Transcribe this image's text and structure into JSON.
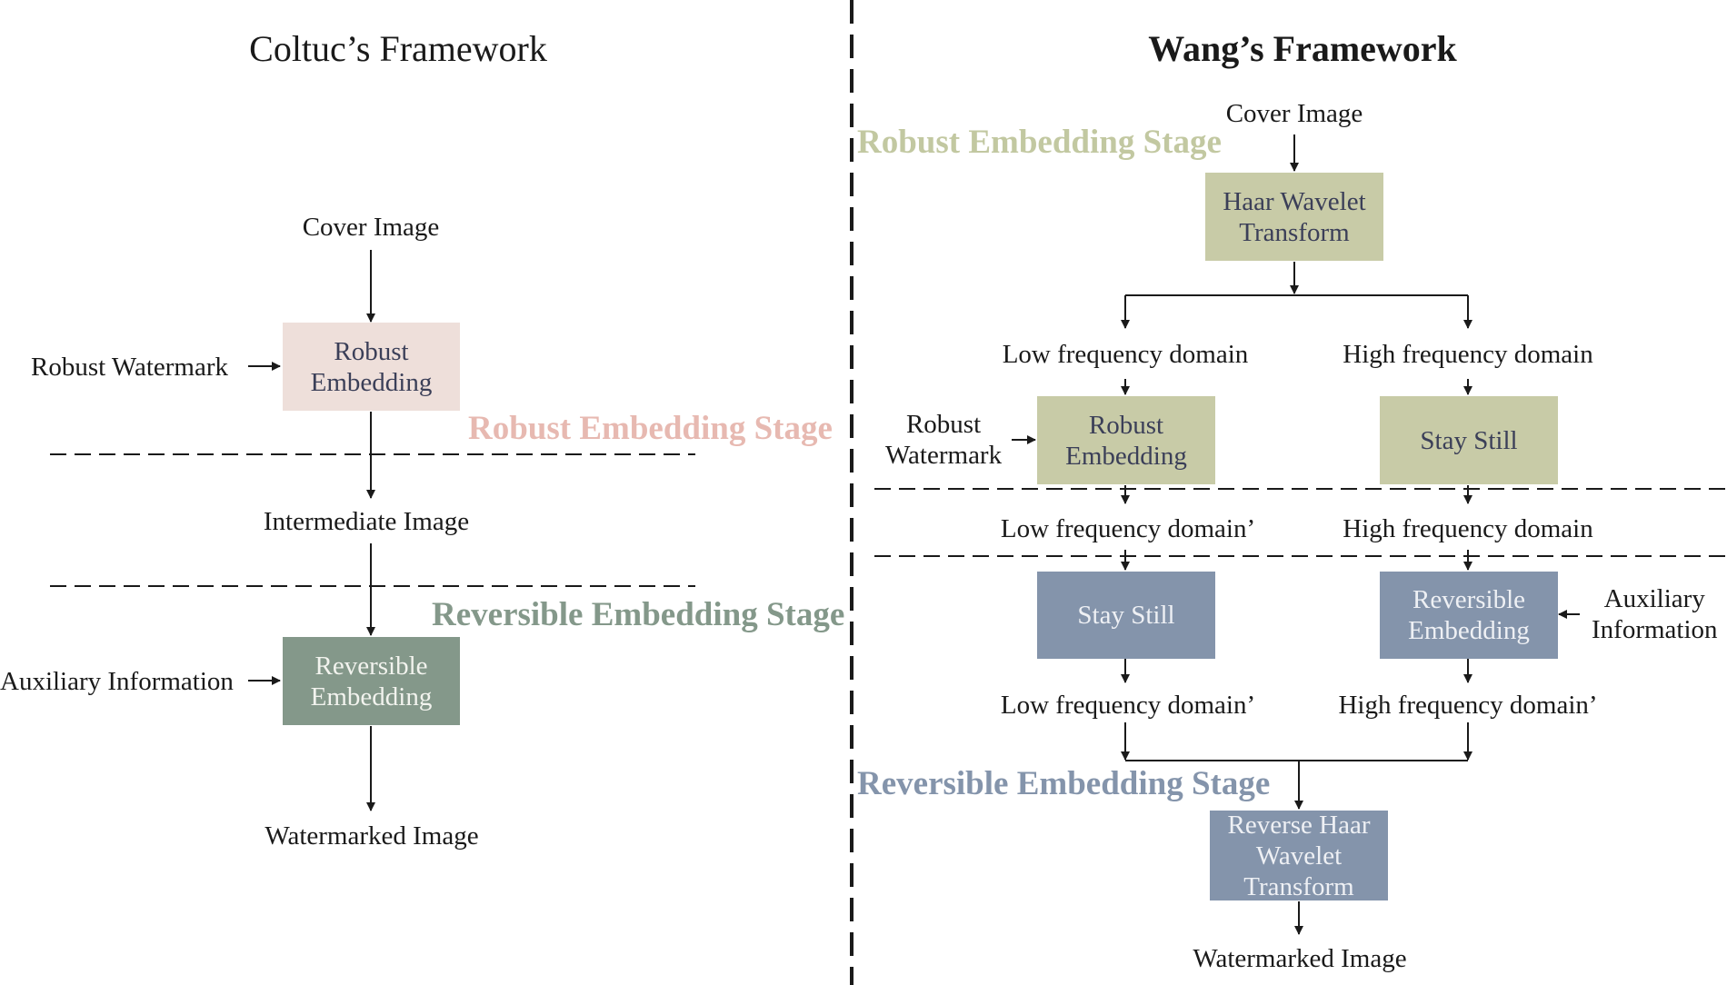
{
  "colors": {
    "pink": "#eedfda",
    "pink_text": "#e7b9b1",
    "sage": "#c8cba7",
    "sage_text": "#c2c8a1",
    "green": "#84988a",
    "green_text": "#84988a",
    "slate": "#8494ab",
    "slate_text": "#8494ab",
    "line": "#1a1a1a"
  },
  "left": {
    "title": "Coltuc’s Framework",
    "cover_image": "Cover Image",
    "robust_watermark": "Robust Watermark",
    "robust_embedding": "Robust\nEmbedding",
    "robust_stage": "Robust Embedding Stage",
    "intermediate_image": "Intermediate Image",
    "reversible_stage": "Reversible Embedding Stage",
    "auxiliary_information": "Auxiliary Information",
    "reversible_embedding": "Reversible\nEmbedding",
    "watermarked_image": "Watermarked Image"
  },
  "right": {
    "title": "Wang’s Framework",
    "cover_image": "Cover Image",
    "robust_stage": "Robust Embedding Stage",
    "haar_wavelet": "Haar Wavelet\nTransform",
    "low_freq_1": "Low frequency domain",
    "high_freq_1": "High frequency domain",
    "robust_watermark": "Robust\nWatermark",
    "robust_embedding": "Robust\nEmbedding",
    "stay_still_1": "Stay Still",
    "low_freq_2": "Low frequency domain’",
    "high_freq_2": "High frequency domain",
    "stay_still_2": "Stay Still",
    "reversible_embedding": "Reversible\nEmbedding",
    "auxiliary_information": "Auxiliary\nInformation",
    "low_freq_3": "Low frequency domain’",
    "high_freq_3": "High frequency domain’",
    "reversible_stage": "Reversible Embedding Stage",
    "reverse_haar": "Reverse Haar\nWavelet\nTransform",
    "watermarked_image": "Watermarked Image"
  }
}
